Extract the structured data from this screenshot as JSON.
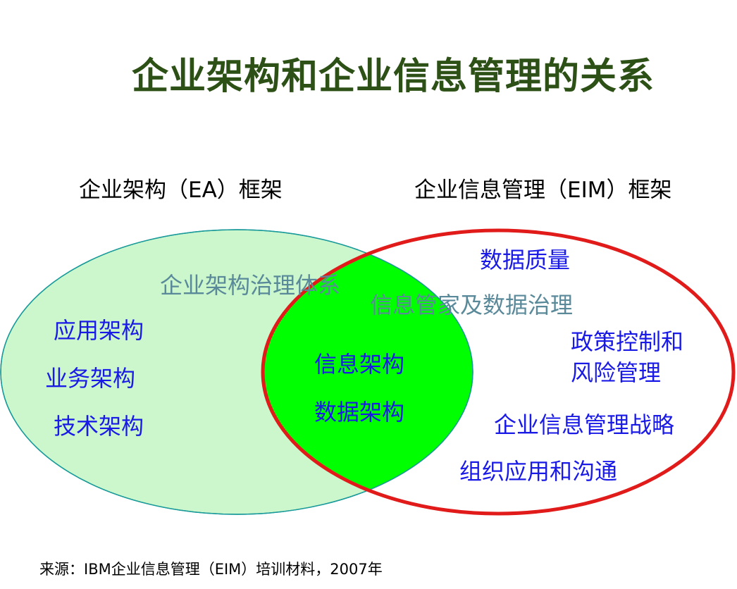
{
  "title": "企业架构和企业信息管理的关系",
  "ea": {
    "heading": "企业架构（EA）框架",
    "items": [
      "应用架构",
      "业务架构",
      "技术架构"
    ],
    "governance": "企业架构治理体系",
    "fill_color": "#ccf7cc",
    "stroke_color": "#1a9a9a"
  },
  "eim": {
    "heading": "企业信息管理（EIM）框架",
    "items": [
      "数据质量",
      "政策控制和",
      "风险管理",
      "企业信息管理战略",
      "组织应用和沟通"
    ],
    "stewardship": "信息管家及数据治理",
    "stroke_color": "#e11a1a"
  },
  "overlap": {
    "items": [
      "信息架构",
      "数据架构"
    ],
    "fill_color": "#00ff00"
  },
  "source": "来源：IBM企业信息管理（EIM）培训材料，2007年"
}
